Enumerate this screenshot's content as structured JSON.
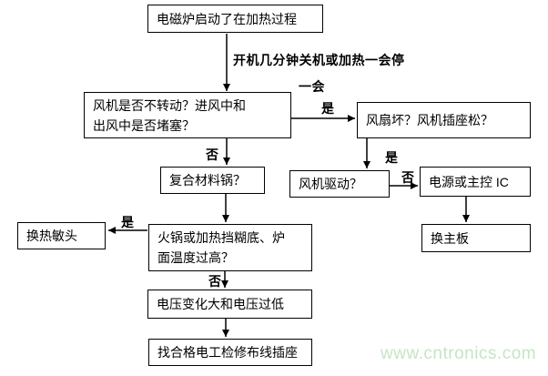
{
  "flowchart": {
    "nodes": {
      "start": {
        "label": "电磁炉启动了在加热过程"
      },
      "fan_check": {
        "label": "风机是否不转动？进风中和\n出风中是否堵塞？"
      },
      "fan_broken": {
        "label": "风扇坏？风机插座松？"
      },
      "fan_drive": {
        "label": "风机驱动？"
      },
      "power_ic": {
        "label": "电源或主控 IC"
      },
      "replace_mainboard": {
        "label": "换主板"
      },
      "composite_pot": {
        "label": "复合材料锅？"
      },
      "replace_thermal": {
        "label": "换热敏头"
      },
      "pot_overheat": {
        "label": "火锅或加热挡糊底、炉\n面温度过高？"
      },
      "voltage": {
        "label": "电压变化大和电压过低"
      },
      "electrician": {
        "label": "找合格电工检修布线插座"
      }
    },
    "notes": {
      "symptom_line1": "开机几分钟关机或加热一会停",
      "symptom_line2": "一会"
    },
    "edge_labels": {
      "yes": "是",
      "no": "否"
    },
    "colors": {
      "line": "#000000",
      "box_background": "#ffffff",
      "watermark": "#c6e5c3"
    }
  },
  "watermark": {
    "text": "www.cntronics.com"
  }
}
